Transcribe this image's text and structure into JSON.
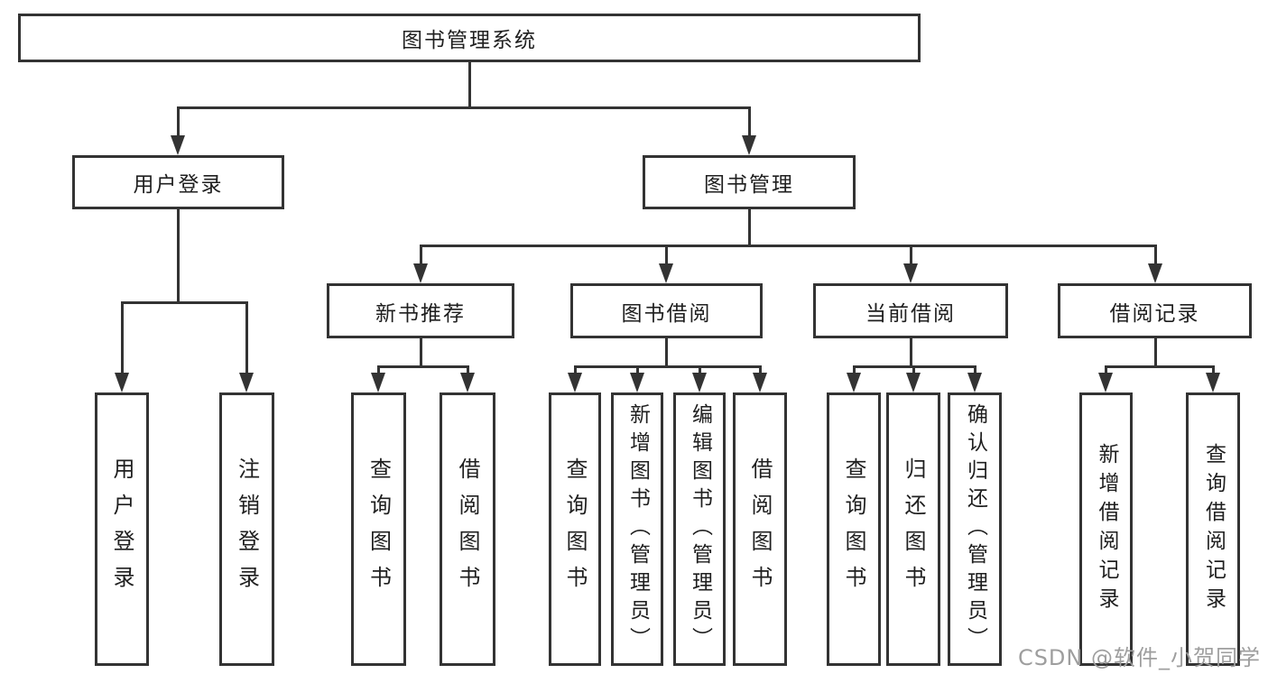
{
  "colors": {
    "line": "#333333",
    "text": "#1f1f1f",
    "watermark": "#9e9e9e",
    "background": "#ffffff"
  },
  "watermark": "CSDN @软件_小贺同学",
  "tree": {
    "root": {
      "label": "图书管理系统",
      "children": [
        {
          "label": "用户登录",
          "children": [
            {
              "label": "用户登录"
            },
            {
              "label": "注销登录"
            }
          ]
        },
        {
          "label": "图书管理",
          "children": [
            {
              "label": "新书推荐",
              "children": [
                {
                  "label": "查询图书"
                },
                {
                  "label": "借阅图书"
                }
              ]
            },
            {
              "label": "图书借阅",
              "children": [
                {
                  "label": "查询图书"
                },
                {
                  "label": "新增图书（管理员）"
                },
                {
                  "label": "编辑图书（管理员）"
                },
                {
                  "label": "借阅图书"
                }
              ]
            },
            {
              "label": "当前借阅",
              "children": [
                {
                  "label": "查询图书"
                },
                {
                  "label": "归还图书"
                },
                {
                  "label": "确认归还（管理员）"
                }
              ]
            },
            {
              "label": "借阅记录",
              "children": [
                {
                  "label": "新增借阅记录"
                },
                {
                  "label": "查询借阅记录"
                }
              ]
            }
          ]
        }
      ]
    }
  }
}
